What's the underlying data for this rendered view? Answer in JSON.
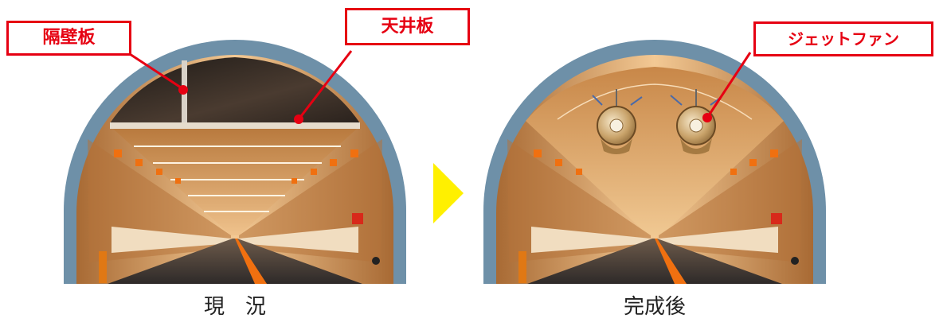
{
  "colors": {
    "callout_red": "#e60012",
    "tunnel_shell": "#6e90a8",
    "tunnel_wall": "#c98548",
    "ceiling_warm": "#d49a5a",
    "road": "#3a3636",
    "lane_mark": "#f07010",
    "arrow_yellow": "#fff000"
  },
  "current": {
    "labels": {
      "partition": "隔壁板",
      "ceiling": "天井板"
    },
    "caption": "現　況"
  },
  "completed": {
    "labels": {
      "jetfan": "ジェットファン"
    },
    "caption": "完成後"
  },
  "arrow": {
    "icon": "play-triangle-icon"
  }
}
